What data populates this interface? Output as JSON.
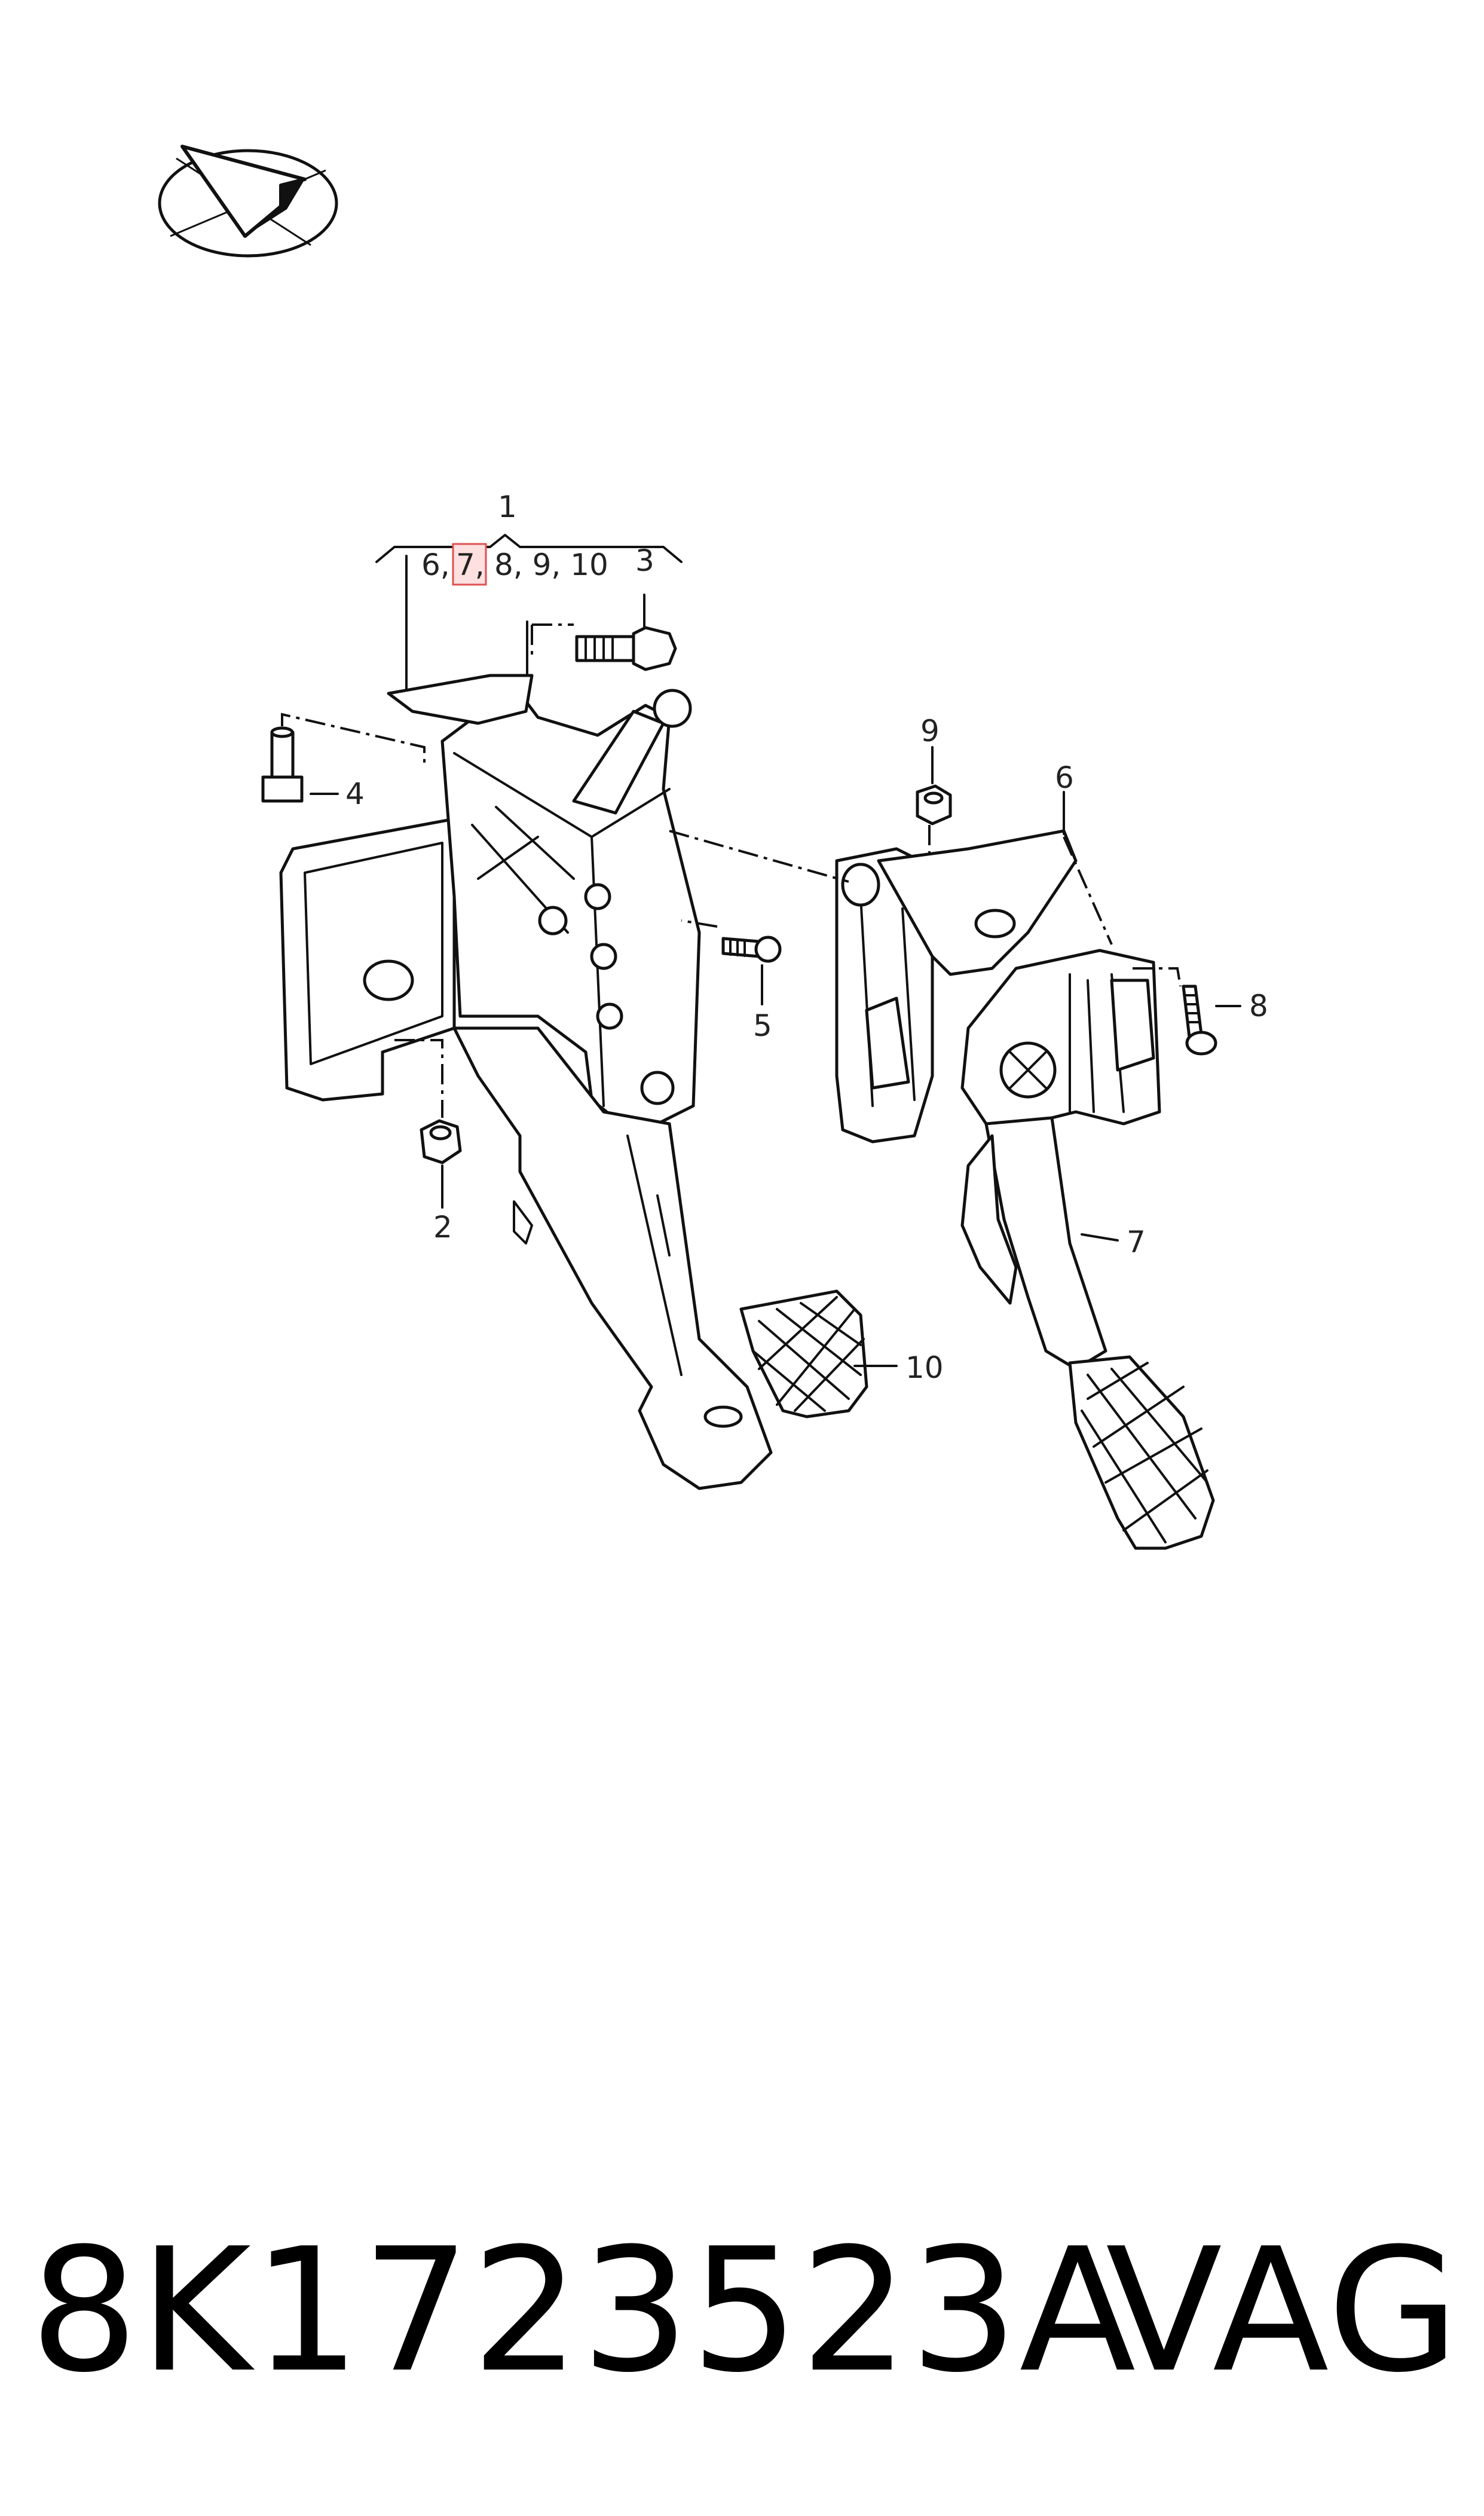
{
  "diagram": {
    "callouts": {
      "c1": "1",
      "c2": "2",
      "c3": "3",
      "c4": "4",
      "c5": "5",
      "c6": "6",
      "c7": "7",
      "c8": "8",
      "c9": "9",
      "c10": "10"
    },
    "group_list": {
      "item_6": "6,",
      "item_7": "7,",
      "item_rest": "8, 9, 10"
    },
    "highlight_color": "#e05050"
  },
  "footer": {
    "part_number": "8K1723523A",
    "brand": "VAG"
  }
}
